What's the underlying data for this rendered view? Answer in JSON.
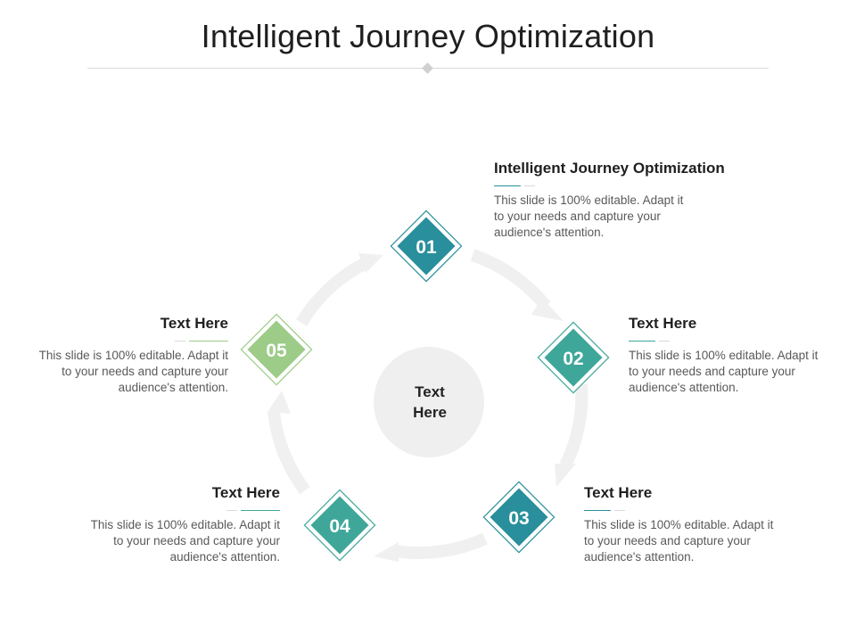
{
  "title": "Intelligent Journey Optimization",
  "center": {
    "line1": "Text",
    "line2": "Here"
  },
  "colors": {
    "step1": "#2a8f9c",
    "step2": "#3fa79a",
    "step3": "#2a8f9c",
    "step4": "#3fa79a",
    "step5": "#9ccc88",
    "ring": "#f0f0f0",
    "center": "#efefef"
  },
  "steps": [
    {
      "number": "01",
      "heading": "Intelligent Journey Optimization",
      "description": "This slide is 100% editable. Adapt it to your needs and capture your audience's attention."
    },
    {
      "number": "02",
      "heading": "Text Here",
      "description": "This slide is 100% editable. Adapt it to your needs and capture your audience's attention."
    },
    {
      "number": "03",
      "heading": "Text Here",
      "description": "This slide is 100% editable. Adapt it to your needs and capture your audience's attention."
    },
    {
      "number": "04",
      "heading": "Text Here",
      "description": "This slide is 100% editable. Adapt it to your needs and capture your audience's attention."
    },
    {
      "number": "05",
      "heading": "Text Here",
      "description": "This slide is 100% editable. Adapt it to your needs and capture your audience's attention."
    }
  ]
}
